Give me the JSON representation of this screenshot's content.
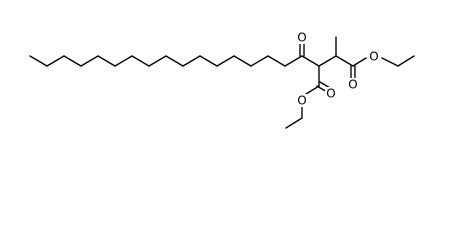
{
  "molecule": {
    "atoms": [
      {
        "id": "oxo_o",
        "element": "O"
      },
      {
        "id": "ester1_carbonyl_o",
        "element": "O"
      },
      {
        "id": "ester1_ether_o",
        "element": "O"
      },
      {
        "id": "ester2_carbonyl_o",
        "element": "O"
      },
      {
        "id": "ester2_ether_o",
        "element": "O"
      }
    ]
  }
}
